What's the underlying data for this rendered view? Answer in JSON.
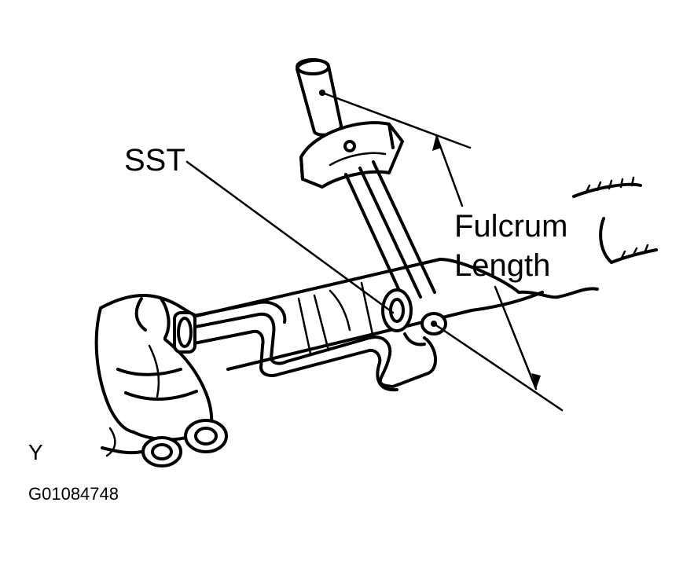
{
  "labels": {
    "sst": "SST",
    "fulcrum_line1": "Fulcrum",
    "fulcrum_line2": "Length",
    "corner_mark": "Y",
    "figure_id": "G01084748"
  },
  "colors": {
    "ink": "#000000",
    "background": "#ffffff"
  }
}
